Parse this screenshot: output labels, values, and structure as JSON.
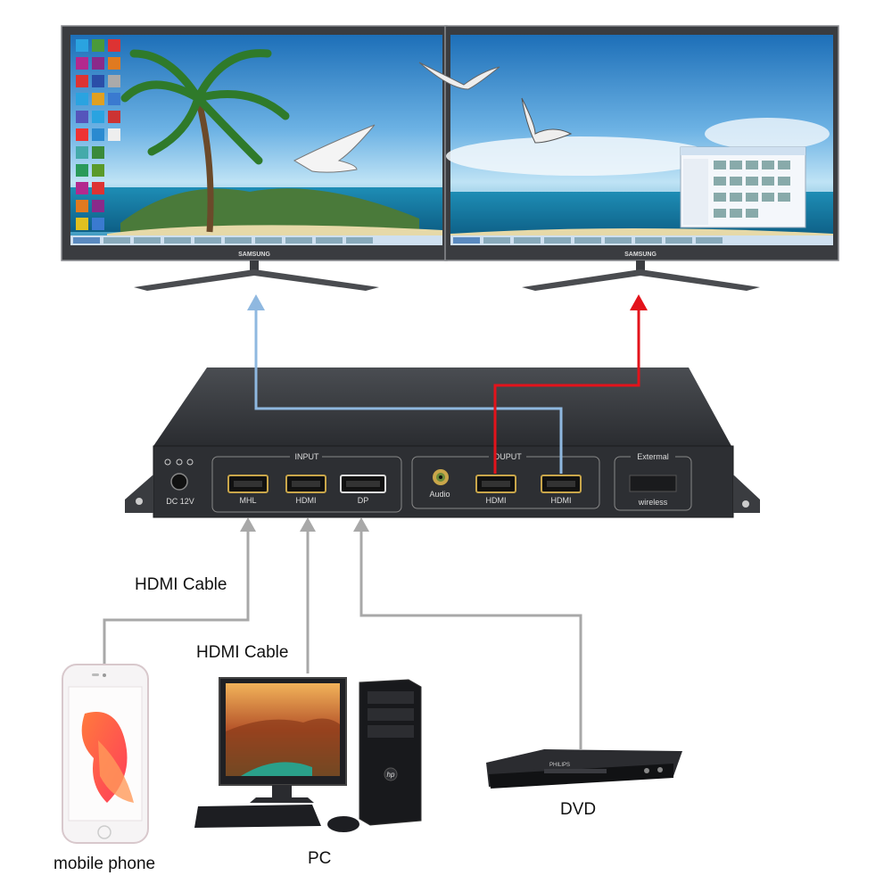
{
  "monitors": [
    {
      "brand": "SAMSUNG"
    },
    {
      "brand": "SAMSUNG"
    }
  ],
  "device": {
    "power_label": "DC 12V",
    "input_group": "INPUT",
    "output_group": "OUPUT",
    "external_group": "Extermal",
    "ports": {
      "mhl": "MHL",
      "hdmi_in": "HDMI",
      "dp": "DP",
      "audio": "Audio",
      "hdmi_out1": "HDMI",
      "hdmi_out2": "HDMI",
      "wireless": "wireless"
    }
  },
  "labels": {
    "cable_1": "HDMI Cable",
    "cable_2": "HDMI Cable",
    "mobile": "mobile phone",
    "pc": "PC",
    "dvd": "DVD",
    "dvd_brand": "PHILIPS",
    "tower_brand": "hp"
  },
  "colors": {
    "blue_line": "#8fb8e0",
    "red_line": "#e3131b",
    "gray_line": "#a8a8a8"
  }
}
